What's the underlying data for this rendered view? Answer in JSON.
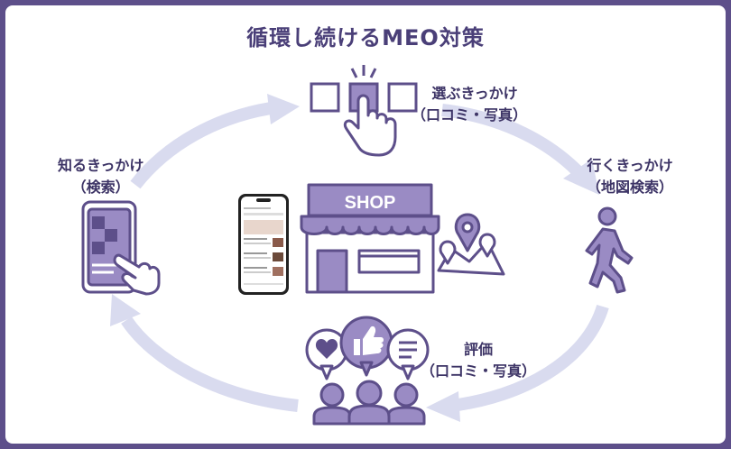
{
  "title": "循環し続けるMEO対策",
  "steps": {
    "choose": {
      "line1": "選ぶきっかけ",
      "line2": "（口コミ・写真）"
    },
    "go": {
      "line1": "行くきっかけ",
      "line2": "（地図検索）"
    },
    "review": {
      "line1": "評価",
      "line2": "（口コミ・写真）"
    },
    "know": {
      "line1": "知るきっかけ",
      "line2": "（検索）"
    }
  },
  "shop_sign": "SHOP",
  "icons": [
    "selection-squares-icon",
    "tap-hand-icon",
    "walking-person-icon",
    "map-pin-icon",
    "heart-bubble-icon",
    "thumbs-up-bubble-icon",
    "text-bubble-icon",
    "people-icon",
    "smartphone-icon",
    "shop-icon"
  ],
  "colors": {
    "border": "#5d4f8a",
    "title": "#4a3f78",
    "icon_fill": "#9a8bc4",
    "icon_stroke": "#5d4f8a",
    "arrow": "#d9dbef"
  }
}
